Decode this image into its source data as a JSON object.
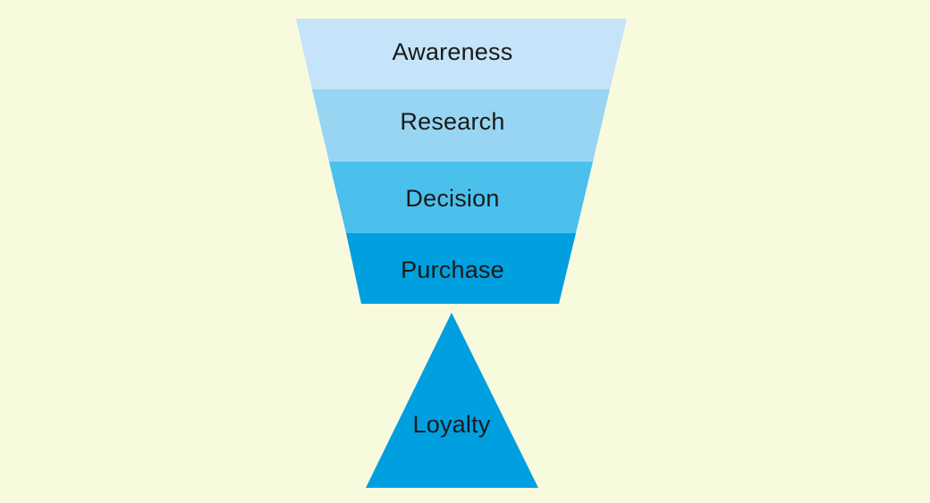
{
  "page": {
    "background_color": "#f8fade"
  },
  "diagram": {
    "type": "funnel",
    "text_color": "#1a1a1a",
    "stages": [
      {
        "label": "Awareness",
        "color": "#c5e3f9",
        "shape": "trapezoid-band"
      },
      {
        "label": "Research",
        "color": "#98d5f3",
        "shape": "trapezoid-band"
      },
      {
        "label": "Decision",
        "color": "#4cc0ec",
        "shape": "trapezoid-band"
      },
      {
        "label": "Purchase",
        "color": "#009fe0",
        "shape": "trapezoid-band"
      },
      {
        "label": "Loyalty",
        "color": "#009fe0",
        "shape": "triangle"
      }
    ]
  }
}
